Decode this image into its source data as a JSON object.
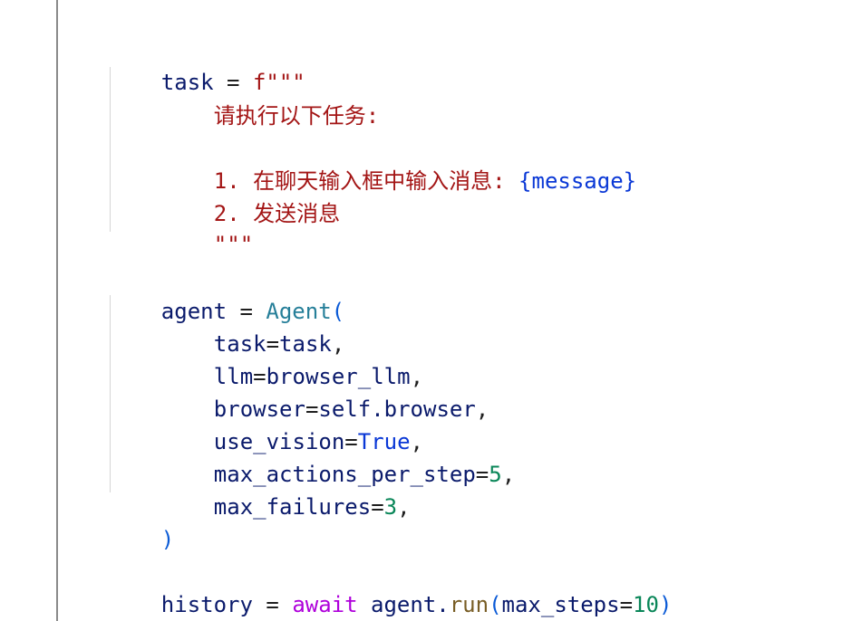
{
  "code": {
    "l1": {
      "var": "task",
      "eq": " = ",
      "prefix": "f\"\"\""
    },
    "l2": {
      "text": "请执行以下任务:"
    },
    "l3": {
      "prefix": "1. 在聊天输入框中输入消息: ",
      "interp": "{message}"
    },
    "l4": {
      "text": "2. 发送消息"
    },
    "l5": {
      "text": "\"\"\""
    },
    "l6": {
      "var": "agent",
      "eq": " = ",
      "cls": "Agent",
      "open": "("
    },
    "l7": {
      "kw": "task",
      "eq": "=",
      "val": "task",
      "comma": ","
    },
    "l8": {
      "kw": "llm",
      "eq": "=",
      "val": "browser_llm",
      "comma": ","
    },
    "l9": {
      "kw": "browser",
      "eq": "=",
      "val": "self.browser",
      "comma": ","
    },
    "l10": {
      "kw": "use_vision",
      "eq": "=",
      "val": "True",
      "comma": ","
    },
    "l11": {
      "kw": "max_actions_per_step",
      "eq": "=",
      "val": "5",
      "comma": ","
    },
    "l12": {
      "kw": "max_failures",
      "eq": "=",
      "val": "3",
      "comma": ","
    },
    "l13": {
      "close": ")"
    },
    "l14": {
      "var": "history",
      "eq": " = ",
      "await": "await",
      "obj": " agent.",
      "fn": "run",
      "open": "(",
      "kw": "max_steps",
      "eq2": "=",
      "num": "10",
      "close": ")"
    }
  },
  "colors": {
    "identifier": "#0a1a6b",
    "string": "#a31515",
    "class": "#267f99",
    "paren": "#0a5ad6",
    "constant": "#0a38d6",
    "number": "#098658",
    "keyword": "#af00db",
    "function": "#795e26"
  }
}
